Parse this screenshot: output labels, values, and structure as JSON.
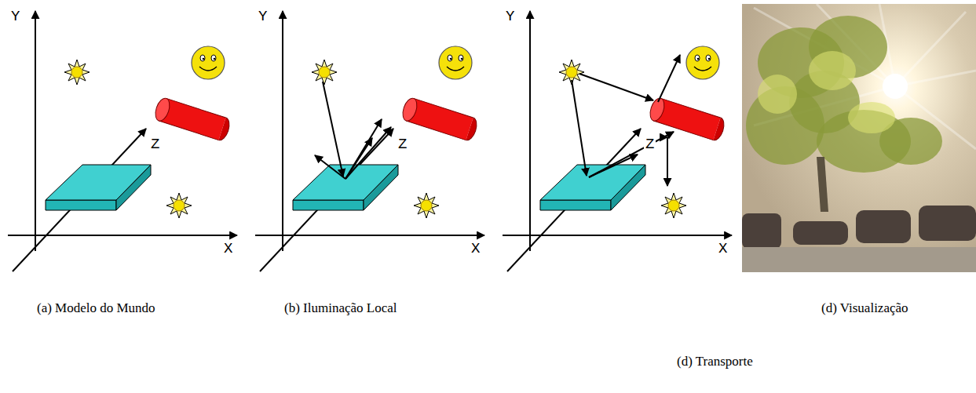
{
  "diagram": {
    "labels": [
      "Y",
      "Z",
      "X",
      "Y",
      "Z",
      "X",
      "Y",
      "Z",
      "X",
      "(a) Modelo do Mundo",
      "(b) Iluminação Local",
      "(d) Visualização",
      "(d) Transporte"
    ]
  }
}
